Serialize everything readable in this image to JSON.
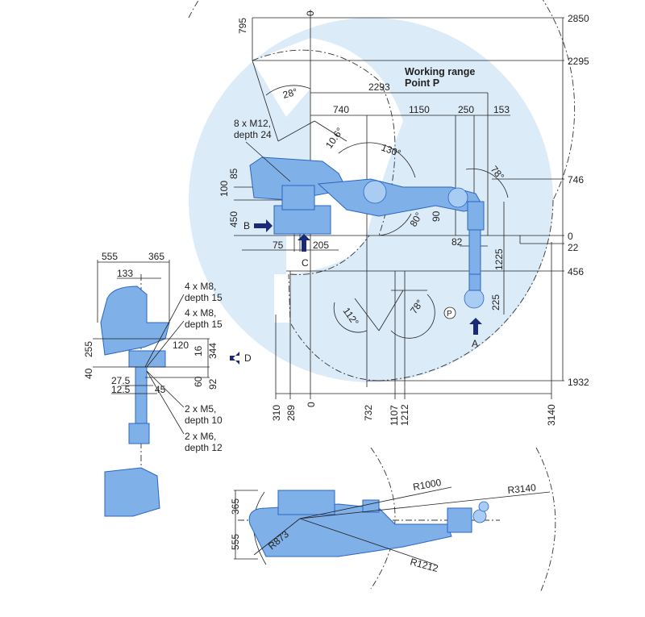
{
  "working_range": {
    "line1": "Working range",
    "line2": "Point P"
  },
  "side_view": {
    "right_dims": [
      "2850",
      "2295",
      "746",
      "0",
      "22",
      "456",
      "1932"
    ],
    "bottom_dims": [
      "310",
      "289",
      "0",
      "732",
      "1107",
      "1212",
      "3140"
    ],
    "top_dims": [
      "0",
      "795",
      "2293",
      "740",
      "1150",
      "250",
      "153"
    ],
    "left_dims": [
      "85",
      "100",
      "450",
      "75",
      "205"
    ],
    "other_dims": [
      "82",
      "1225",
      "225",
      "90"
    ],
    "angles": [
      "28°",
      "10.6°",
      "130°",
      "78°",
      "80°",
      "112°",
      "78°"
    ],
    "callout": {
      "line1": "8 x M12,",
      "line2": "depth 24"
    },
    "views": {
      "b": "B",
      "c": "C",
      "a": "A",
      "p": "P"
    }
  },
  "front_view": {
    "dims": [
      "555",
      "365",
      "133",
      "120",
      "255",
      "40",
      "16",
      "344",
      "60",
      "92",
      "27.5",
      "12.5",
      "45"
    ],
    "callouts": [
      {
        "line1": "4 x M8,",
        "line2": "depth 15"
      },
      {
        "line1": "4 x M8,",
        "line2": "depth 15"
      },
      {
        "line1": "2 x M5,",
        "line2": "depth 10"
      },
      {
        "line1": "2 x M6,",
        "line2": "depth 12"
      }
    ],
    "view_d": "D"
  },
  "top_view": {
    "dims": [
      "365",
      "555"
    ],
    "radii": [
      "R1000",
      "R3140",
      "R873",
      "R1212"
    ]
  },
  "colors": {
    "range_fill": "#dcebf8",
    "robot": "#7fb0e8",
    "robot_outline": "#2a66c4",
    "arrow": "#1b2a78"
  }
}
